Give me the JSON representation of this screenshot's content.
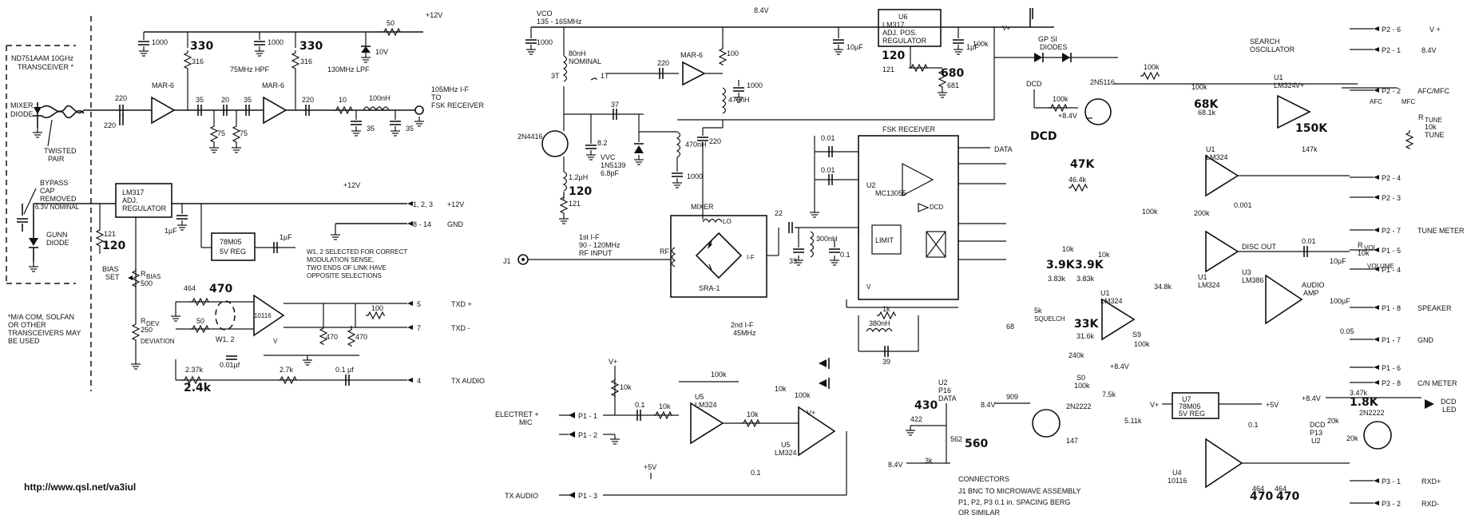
{
  "left": {
    "transceiver_title": [
      "ND751AAM 10GHz",
      "TRANSCEIVER *"
    ],
    "mixer_diode": [
      "MIXER",
      "DIODE"
    ],
    "twisted_pair": [
      "TWISTED",
      "PAIR"
    ],
    "bypass_cap": [
      "BYPASS",
      "CAP",
      "REMOVED"
    ],
    "nominal_63": "6.3V NOMINAL",
    "gunn_diode": [
      "GUNN",
      "DIODE"
    ],
    "footnote": [
      "*M/A COM, SOLFAN",
      "OR OTHER",
      "TRANSCEIVERS MAY",
      "BE USED"
    ],
    "url": "http://www.qsl.net/va3iul",
    "mar6": "MAR-6",
    "v12": "+12V",
    "c1000": "1000",
    "r330": "330",
    "r316": "316",
    "r50": "50",
    "hpf": "75MHz HPF",
    "lpf": "130MHz LPF",
    "z10v": "10V",
    "v220": "220",
    "v35": "35",
    "v20": "20",
    "v75": "75",
    "v10": "10",
    "l100nh": "100nH",
    "if_out": [
      "105MHz I-F",
      "TO",
      "FSK RECEIVER"
    ],
    "lm317": [
      "LM317",
      "ADJ.",
      "REGULATOR"
    ],
    "r121": "121",
    "hw120": "120",
    "c1uf": "1µF",
    "reg78": [
      "78M05",
      "5V REG"
    ],
    "conn_123": "1, 2, 3",
    "conn_814": "8 - 14",
    "gnd": "GND",
    "w12_note": [
      "W1, 2 SELECTED FOR CORRECT",
      "MODULATION SENSE,",
      "TWO ENDS OF LINK HAVE",
      "OPPOSITE SELECTIONS"
    ],
    "bias_set": [
      "BIAS",
      "SET"
    ],
    "rbias": [
      "R",
      "BIAS",
      "500"
    ],
    "rdev": [
      "R",
      "DEV",
      "250"
    ],
    "deviation": "DEVIATION",
    "r464": "464",
    "hw470": "470",
    "ic10116": "10116",
    "w12": "W1, 2",
    "vbb": "V",
    "r100": "100",
    "r470": "470",
    "c001": "0.01µf",
    "r237": "2.37k",
    "hw24": "2.4k",
    "r27k": "2.7k",
    "c01": "0.1 µf",
    "txd_p": "TXD +",
    "txd_m": "TXD -",
    "tx_audio": "TX AUDIO",
    "pin5": "5",
    "pin7": "7",
    "pin4": "4"
  },
  "right": {
    "vco": [
      "VCO",
      "135 - 165MHz"
    ],
    "v84": "8.4V",
    "u6": [
      "U6",
      "LM317",
      "ADJ. POS.",
      "REGULATOR"
    ],
    "r121": "121",
    "r681": "681",
    "hw120": "120",
    "hw680": "680",
    "c10uf": "10µF",
    "c1uf": "1µF",
    "r100k": "100k",
    "gp_si": [
      "GP SI",
      "DIODES"
    ],
    "search_osc": [
      "SEARCH",
      "OSCILLATOR"
    ],
    "l80nh": [
      "80nH",
      "NOMINAL"
    ],
    "t3": "3T",
    "t1": "1T",
    "q2n4416": "2N4416",
    "c37": "37",
    "c82": "8.2",
    "vvc": [
      "VVC",
      "1N5139",
      "6.8pF"
    ],
    "l470nh": "470nH",
    "l12uh": "1.2µH",
    "mar6": "MAR-6",
    "c220": "220",
    "r100": "100",
    "c1000": "1000",
    "mixer": "MIXER",
    "lo": "LO",
    "rf": "RF",
    "if": "I-F",
    "sra1": "SRA-1",
    "second_if": [
      "2nd I-F",
      "45MHz"
    ],
    "first_if": [
      "1st I-F",
      "90 - 120MHz",
      "RF INPUT"
    ],
    "j1": "J1",
    "fsk_receiver": "FSK RECEIVER",
    "u2": [
      "U2",
      "MC13055"
    ],
    "limit": "LIMIT",
    "vcc": "V",
    "data": "DATA",
    "dcd": "DCD",
    "hw_dcd": "DCD",
    "c001": "0.01",
    "c22": "22",
    "c33": "33",
    "l300nh": "300nH",
    "c01": "0.1",
    "r1k": "1k",
    "l380nh": "380nH",
    "c39": "39",
    "q2n5116": "2N5116",
    "v84p": "+8.4V",
    "r100k_b": "100k",
    "hw68k": "68K",
    "r681k": "68.1k",
    "u1_lm324": [
      "U1",
      "LM324"
    ],
    "vplus": "V+",
    "hw150k": "150K",
    "r147k": "147k",
    "r10k_tune": [
      "R",
      "TUNE",
      "10k",
      "TUNE"
    ],
    "afc_mfc": "AFC/MFC",
    "afc": "AFC",
    "mfc": "MFC",
    "hw47k": "47K",
    "r464k": "46.4k",
    "c0001": "0.001",
    "r200k": "200k",
    "disc_out": "DISC OUT",
    "r10k": "10k",
    "hw39k": "3.9K",
    "r383k": "3.83k",
    "hw33k": "33K",
    "r316k": "31.6k",
    "r240k": "240k",
    "r5k": "5k",
    "squelch": "SQUELCH",
    "c68": "68",
    "s9": "S9",
    "s0": "S0",
    "r348k": "34.8k",
    "u3": [
      "U3",
      "LM386"
    ],
    "audio_amp": [
      "AUDIO",
      "AMP"
    ],
    "c100uf": "100µF",
    "c005": "0.05",
    "rvol": [
      "R",
      "VOL",
      "10k",
      "VOLUME"
    ],
    "p2": [
      "P2 - 6",
      "P2 - 1",
      "P2 - 2",
      "P2 - 4",
      "P2 - 3",
      "P2 - 7",
      "P1 - 5",
      "P1 - 4",
      "P1 - 8",
      "P1 - 7",
      "P1 - 6",
      "P2 - 8"
    ],
    "p2_labels": [
      "V +",
      "8.4V",
      "AFC/MFC",
      "",
      "",
      "TUNE METER",
      "",
      "VOLUME",
      "SPEAKER",
      "GND",
      "",
      "C/N METER"
    ],
    "electret": [
      "ELECTRET +",
      "MIC"
    ],
    "p11": "P1 - 1",
    "p12": "P1 - 2",
    "p13": "P1 - 3",
    "tx_audio": "TX AUDIO",
    "u5": [
      "U5",
      "LM324"
    ],
    "v5p": "+5V",
    "u2p16": [
      "U2",
      "P16",
      "DATA"
    ],
    "r422": "422",
    "hw430": "430",
    "r562": "562",
    "hw560": "560",
    "r3k": "3k",
    "r909": "909",
    "q2n2222": "2N2222",
    "r147": "147",
    "r75k": "7.5k",
    "r511k": "5.11k",
    "u7": [
      "U7",
      "78M05",
      "5V REG"
    ],
    "r347k": "3.47k",
    "hw18k": "1.8K",
    "dcd_led": [
      "DCD",
      "LED"
    ],
    "r20k": "20k",
    "dcd_p13": [
      "DCD",
      "P13",
      "U2"
    ],
    "u4": [
      "U4",
      "10116"
    ],
    "r464": "464",
    "hw470": "470",
    "p31": "P3 - 1",
    "p32": "P3 - 2",
    "rxd_p": "RXD+",
    "rxd_m": "RXD-",
    "connectors": [
      "CONNECTORS",
      "J1 BNC TO MICROWAVE ASSEMBLY",
      "P1, P2, P3 0.1 in. SPACING BERG",
      "OR SIMILAR"
    ]
  }
}
